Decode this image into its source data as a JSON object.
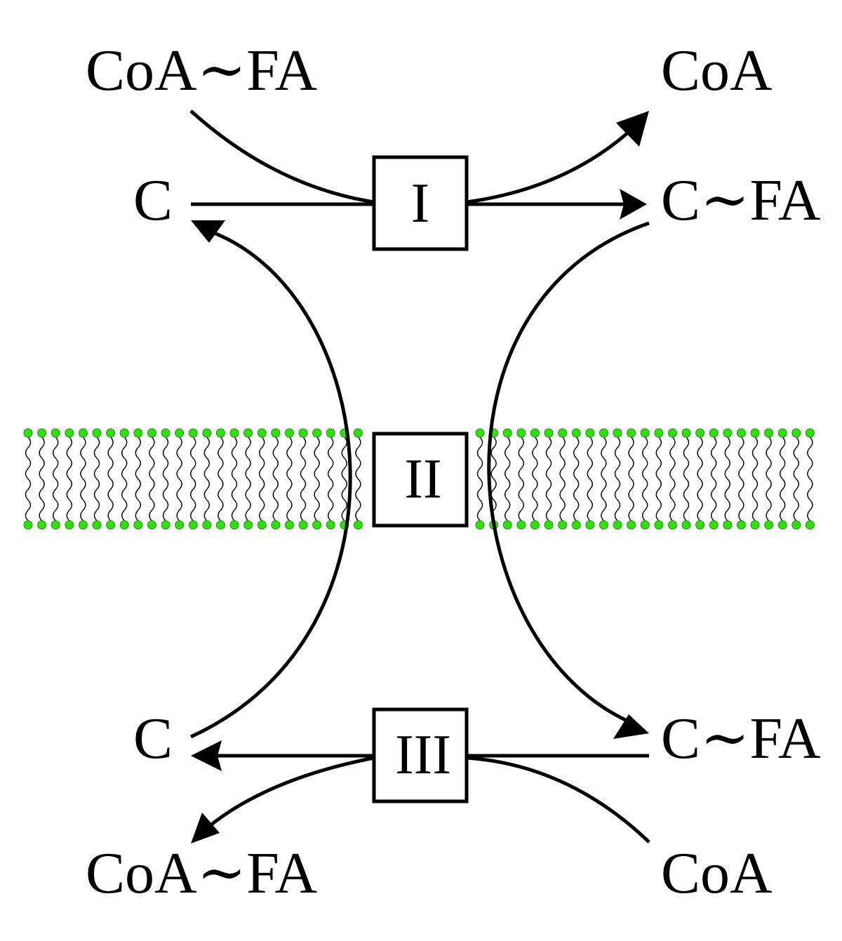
{
  "colors": {
    "ink": "#000000",
    "lipid_head": "#33dd11",
    "lipid_head_stroke": "#169a06",
    "background": "#ffffff"
  },
  "labels": {
    "top_left": "CoA∼FA",
    "top_right": "CoA",
    "upper_left": "C",
    "upper_right": "C∼FA",
    "lower_left": "C",
    "lower_right": "C∼FA",
    "bottom_left": "CoA∼FA",
    "bottom_right": "CoA"
  },
  "boxes": {
    "box1": "I",
    "box2": "II",
    "box3": "III"
  }
}
